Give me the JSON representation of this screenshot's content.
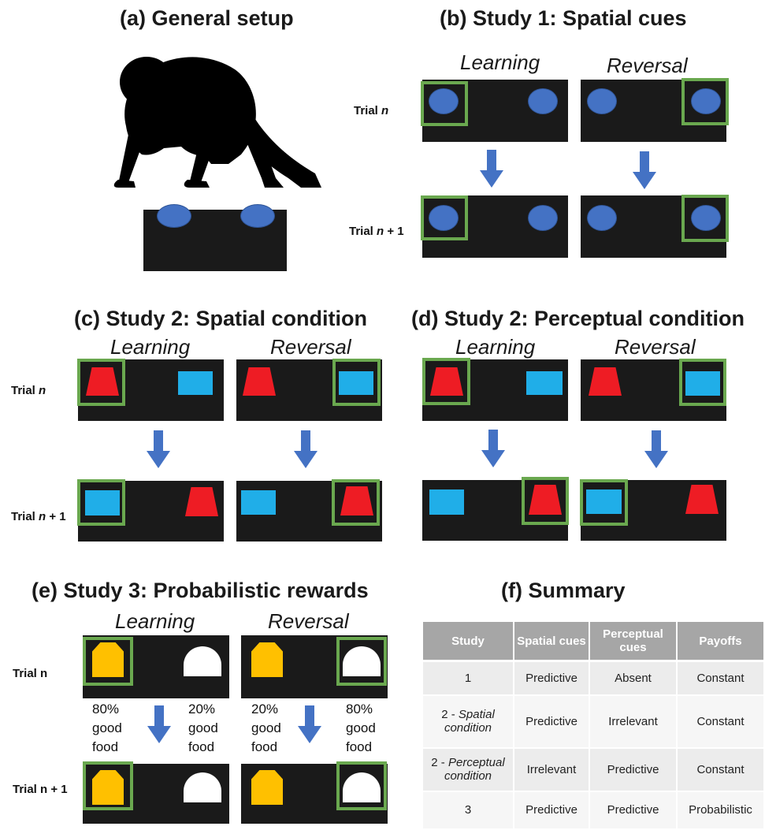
{
  "panel_a": {
    "title": "(a) General setup"
  },
  "panel_b": {
    "title": "(b) Study 1: Spatial cues",
    "col_left": "Learning",
    "col_right": "Reversal",
    "row_top_prefix": "Trial ",
    "row_top_var": "n",
    "row_top_suffix": "",
    "row_bottom_prefix": "Trial ",
    "row_bottom_var": "n",
    "row_bottom_suffix": " + 1"
  },
  "panel_c": {
    "title": "(c) Study 2: Spatial condition",
    "col_left": "Learning",
    "col_right": "Reversal",
    "row_top_prefix": "Trial ",
    "row_top_var": "n",
    "row_top_suffix": "",
    "row_bottom_prefix": "Trial ",
    "row_bottom_var": "n",
    "row_bottom_suffix": " + 1"
  },
  "panel_d": {
    "title": "(d) Study 2: Perceptual condition",
    "col_left": "Learning",
    "col_right": "Reversal"
  },
  "panel_e": {
    "title": "(e) Study 3: Probabilistic rewards",
    "col_left": "Learning",
    "col_right": "Reversal",
    "row_top": "Trial n",
    "row_bottom": "Trial n + 1",
    "learning_left_prob": [
      "80%",
      "good",
      "food"
    ],
    "learning_right_prob": [
      "20%",
      "good",
      "food"
    ],
    "reversal_left_prob": [
      "20%",
      "good",
      "food"
    ],
    "reversal_right_prob": [
      "80%",
      "good",
      "food"
    ]
  },
  "panel_f": {
    "title": "(f) Summary",
    "header": {
      "study": "Study",
      "spatial": "Spatial cues",
      "perceptual": "Perceptual cues",
      "payoffs": "Payoffs"
    },
    "rows": [
      {
        "study_main": "1",
        "study_italic": "",
        "spatial": "Predictive",
        "perceptual": "Absent",
        "payoffs": "Constant"
      },
      {
        "study_main": "2 - ",
        "study_italic": "Spatial condition",
        "spatial": "Predictive",
        "perceptual": "Irrelevant",
        "payoffs": "Constant"
      },
      {
        "study_main": "2 - ",
        "study_italic": "Perceptual condition",
        "spatial": "Irrelevant",
        "payoffs": "Constant",
        "perceptual": "Predictive"
      },
      {
        "study_main": "3",
        "study_italic": "",
        "spatial": "Predictive",
        "perceptual": "Predictive",
        "payoffs": "Probabilistic"
      }
    ]
  },
  "colors": {
    "panel": "#1a1a1a",
    "highlight": "#6aa84f",
    "oval": "#4472c4",
    "blue_square": "#20aee8",
    "red_trapezoid": "#ee1c24",
    "gold_shape": "#ffc000",
    "arrow": "#4472c4",
    "table_header": "#a6a6a6"
  }
}
